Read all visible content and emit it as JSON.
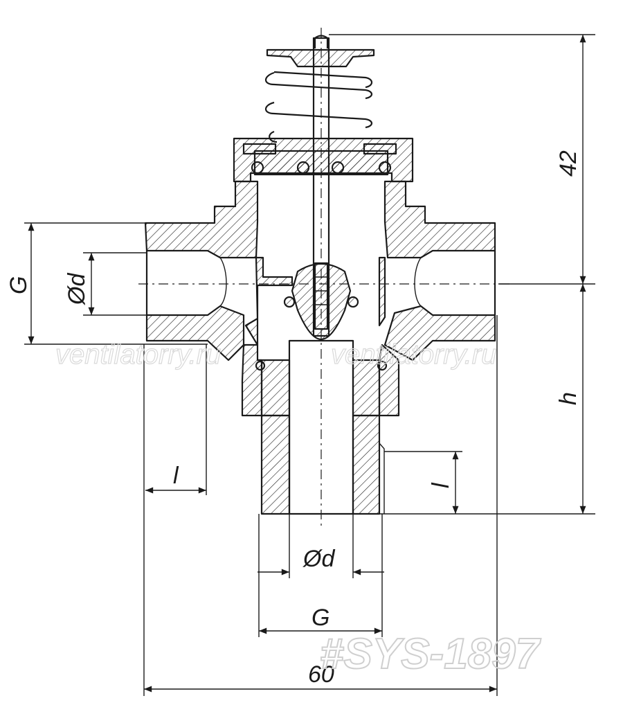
{
  "dimensions": {
    "top_height": "42",
    "height_h": "h",
    "thread_g_left": "G",
    "bore_d_left": "Ød",
    "length_l_left": "l",
    "length_l_bottom": "l",
    "bore_d_bottom": "Ød",
    "thread_g_bottom": "G",
    "overall_width": "60"
  },
  "watermarks": {
    "site_left": "ventilatorry.ru",
    "site_right": "ventilatorry.ru",
    "code": "#SYS-1897"
  },
  "colors": {
    "line": "#1a1a1a",
    "watermark": "#d9d9d9"
  }
}
